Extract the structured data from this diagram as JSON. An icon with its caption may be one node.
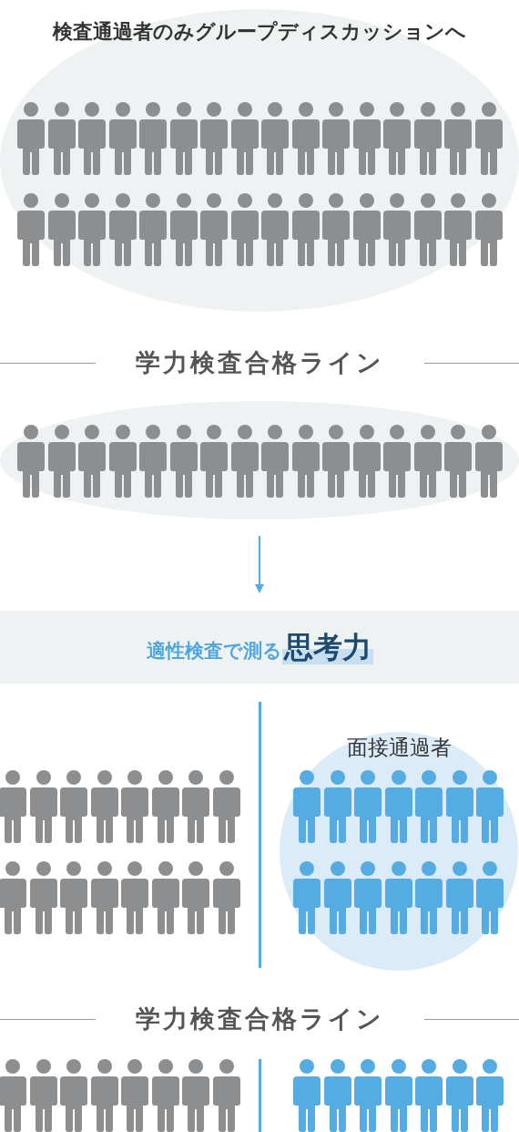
{
  "diagram": {
    "nodes": [
      {
        "text": [
          "検査通過者のみグループディスカッションへ"
        ]
      },
      {
        "text": [],
        "shape": "ellipse"
      },
      {
        "text": [
          "適性検査で測る**思考力**"
        ]
      },
      {
        "text": [
          "面接通過者"
        ]
      }
    ],
    "edges": [
      {
        "from": 1,
        "to": 2,
        "arrow": "to"
      }
    ],
    "labels": [
      "学力検査合格ライン",
      "学力検査合格ライン"
    ]
  }
}
